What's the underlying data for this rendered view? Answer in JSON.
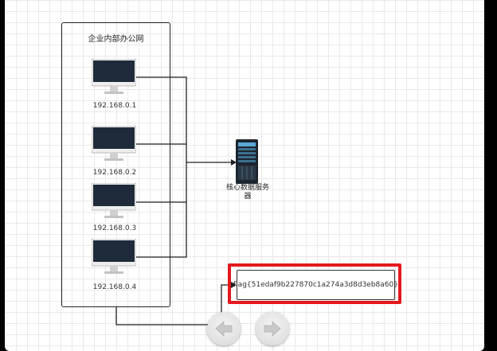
{
  "diagram": {
    "office_title": "企业内部办公网",
    "hosts": [
      {
        "ip": "192.168.0.1"
      },
      {
        "ip": "192.168.0.2"
      },
      {
        "ip": "192.168.0.3"
      },
      {
        "ip": "192.168.0.4"
      }
    ],
    "server": {
      "label": "核心数据服务器"
    },
    "flag_text": "flag{51edaf9b227870c1a274a3d8d3eb8a60}",
    "colors": {
      "highlight": "#e3191c",
      "line": "#222222",
      "monitor_screen": "#1f2b3a"
    }
  },
  "navigation": {
    "back_icon": "arrow-left-icon",
    "forward_icon": "arrow-right-icon"
  }
}
